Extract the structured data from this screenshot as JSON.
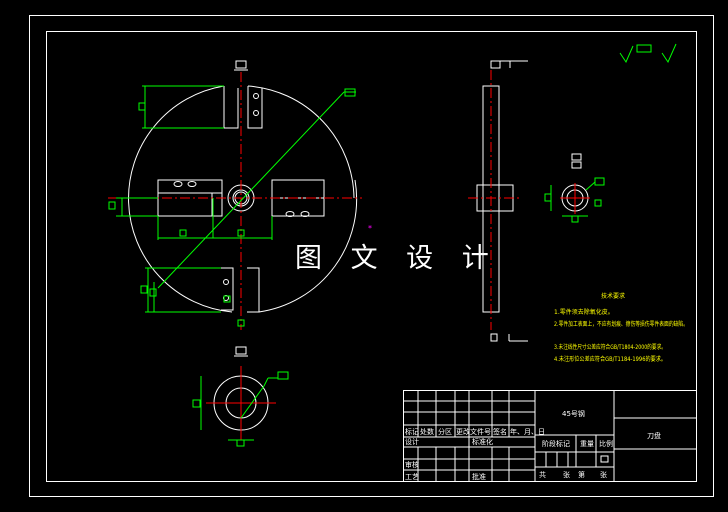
{
  "watermark": "图 文 设 计",
  "tech_requirements": {
    "title": "技术要求",
    "items": [
      "1.零件须去除氧化皮。",
      "2.零件加工表面上，不应有划痕、擦伤等损伤零件表面的缺陷。",
      "3.未注线性尺寸公差应符合GB/T1804-2000的要求。",
      "4.未注形位公差应符合GB/T1184-1996的要求。"
    ]
  },
  "title_block": {
    "material": "45号钢",
    "part_name": "刀盘",
    "row_labels": [
      "标记",
      "处数",
      "分区",
      "更改文件号",
      "签名",
      "年、月、日"
    ],
    "design": "设计",
    "standardization": "标准化",
    "review": "审核",
    "process": "工艺",
    "approve": "批准",
    "stage_mark": "阶段标记",
    "weight": "重量",
    "scale": "比例",
    "sheet_total": "共",
    "sheet": "张",
    "sheet_of": "第"
  },
  "colors": {
    "background": "#000000",
    "outline": "#ffffff",
    "dimension": "#00ff00",
    "centerline": "#ff0000",
    "requirements_text": "#ffff00",
    "marker": "#ff00ff"
  }
}
